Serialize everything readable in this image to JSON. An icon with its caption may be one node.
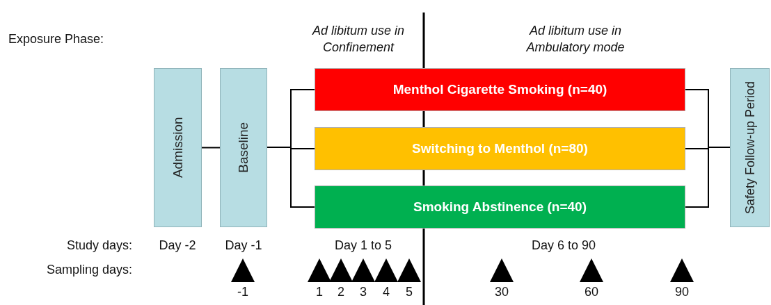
{
  "diagram": {
    "nodes": [
      {
        "text": [
          "Admission"
        ]
      },
      {
        "text": [
          "Baseline"
        ]
      },
      {
        "text": [
          "Menthol Cigarette Smoking (n=40)"
        ]
      },
      {
        "text": [
          "Switching to Menthol (n=80)"
        ]
      },
      {
        "text": [
          "Smoking Abstinence (n=40)"
        ]
      },
      {
        "text": [
          "Safety Follow-up Period"
        ]
      }
    ],
    "edges": [
      {
        "from": 0,
        "to": 1,
        "arrow": "none"
      },
      {
        "from": 1,
        "to": 2,
        "arrow": "none"
      },
      {
        "from": 1,
        "to": 3,
        "arrow": "none"
      },
      {
        "from": 1,
        "to": 4,
        "arrow": "none"
      },
      {
        "from": 2,
        "to": 5,
        "arrow": "none"
      },
      {
        "from": 3,
        "to": 5,
        "arrow": "none"
      },
      {
        "from": 4,
        "to": 5,
        "arrow": "none"
      }
    ],
    "labels": [
      "Exposure Phase:",
      "Ad libitum use in Confinement",
      "Ad libitum use in Ambulatory mode",
      "Study days:",
      "Day -2",
      "Day -1",
      "Day 1 to 5",
      "Day 6 to 90",
      "Sampling days:",
      "-1",
      "1",
      "2",
      "3",
      "4",
      "5",
      "30",
      "60",
      "90"
    ]
  }
}
